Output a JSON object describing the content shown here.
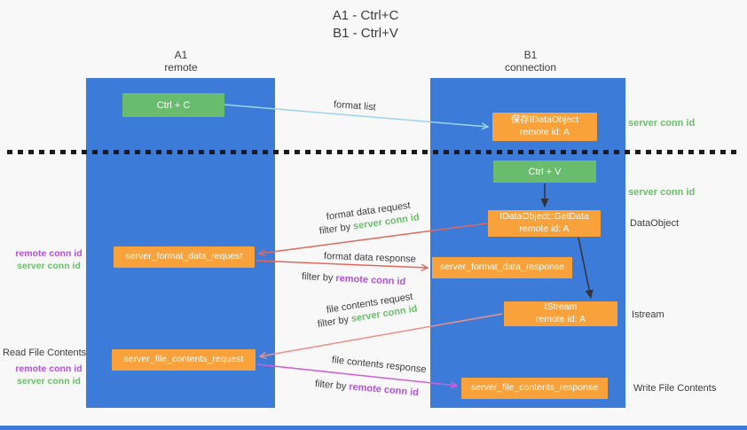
{
  "title": {
    "line1": "A1 - Ctrl+C",
    "line2": "B1 - Ctrl+V"
  },
  "lanes": {
    "left": {
      "title": "A1",
      "subtitle": "remote"
    },
    "right": {
      "title": "B1",
      "subtitle": "connection"
    }
  },
  "nodes": {
    "ctrl_c": "Ctrl + C",
    "ctrl_v": "Ctrl + V",
    "save_dataobject_line1": "保存IDataObject",
    "save_dataobject_line2": "remote id: A",
    "getdata_line1": "IDataObject::GetData",
    "getdata_line2": "remote id: A",
    "istream_line1": "IStream",
    "istream_line2": "remote id: A",
    "format_request": "server_format_data_request",
    "format_response": "server_format_data_response",
    "file_request": "server_file_contents_request",
    "file_response": "server_file_contents_response"
  },
  "arrow_labels": {
    "format_list": "format list",
    "format_data_request": "format data request",
    "format_data_response": "format data response",
    "file_contents_request": "file contents request",
    "file_contents_response": "file contents response",
    "filter_by": "filter by",
    "server_conn_id": "server conn id",
    "remote_conn_id": "remote conn id"
  },
  "side_labels": {
    "server_conn_id_top": "server conn id",
    "server_conn_id_mid": "server conn id",
    "dataobject": "DataObject",
    "istream": "Istream",
    "read_file_contents": "Read File Contents",
    "write_file_contents": "Write File Contents",
    "remote_conn_id_format": "remote conn id",
    "server_conn_id_format": "server conn id",
    "remote_conn_id_file": "remote conn id",
    "server_conn_id_file": "server conn id"
  },
  "colors": {
    "lane_blue": "#3D7BD9",
    "box_green": "#69BC6D",
    "box_orange": "#F9A13B",
    "arrow_blue": "#9AD5EC",
    "arrow_red": "#E0695C",
    "arrow_pink": "#EE8F86",
    "arrow_magenta": "#CF5FD6",
    "text_green": "#6ABF69",
    "text_magenta": "#B052D8",
    "text_dark": "#3C3C3C"
  }
}
